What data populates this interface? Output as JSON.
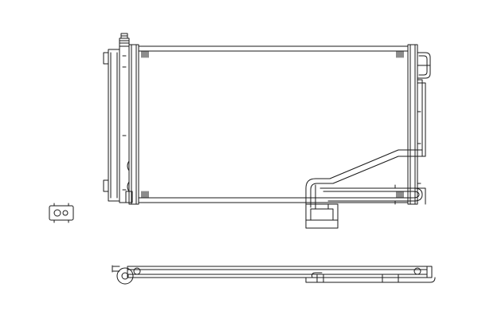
{
  "drawing": {
    "views": [
      "front-view",
      "bottom-view",
      "connector-flange-detail"
    ],
    "line_color": "#1a1a1a",
    "background": "#ffffff"
  }
}
